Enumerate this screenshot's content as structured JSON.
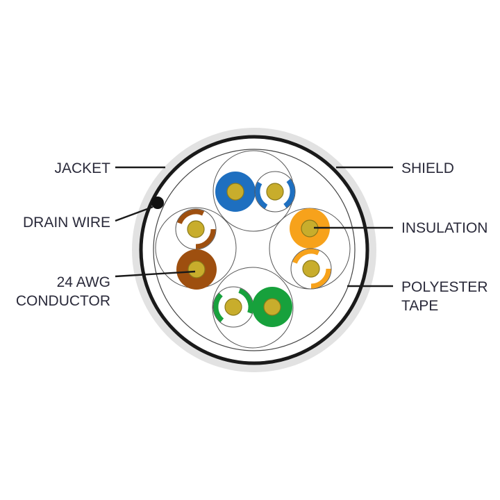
{
  "labels": {
    "jacket": "JACKET",
    "drain_wire": "DRAIN WIRE",
    "conductor_line1": "24 AWG",
    "conductor_line2": "CONDUCTOR",
    "shield": "SHIELD",
    "insulation": "INSULATION",
    "tape_line1": "POLYESTER",
    "tape_line2": "TAPE"
  },
  "pairs": [
    {
      "name": "blue",
      "color": "#1e6fc0"
    },
    {
      "name": "orange",
      "color": "#f7a21b"
    },
    {
      "name": "green",
      "color": "#17a13c"
    },
    {
      "name": "brown",
      "color": "#9e4f0f"
    }
  ],
  "colors": {
    "conductor": "#c8ad2c",
    "conductor_edge": "#8a7a1a",
    "jacket_outer": "#dddddd",
    "outline": "#1a1a1a"
  }
}
